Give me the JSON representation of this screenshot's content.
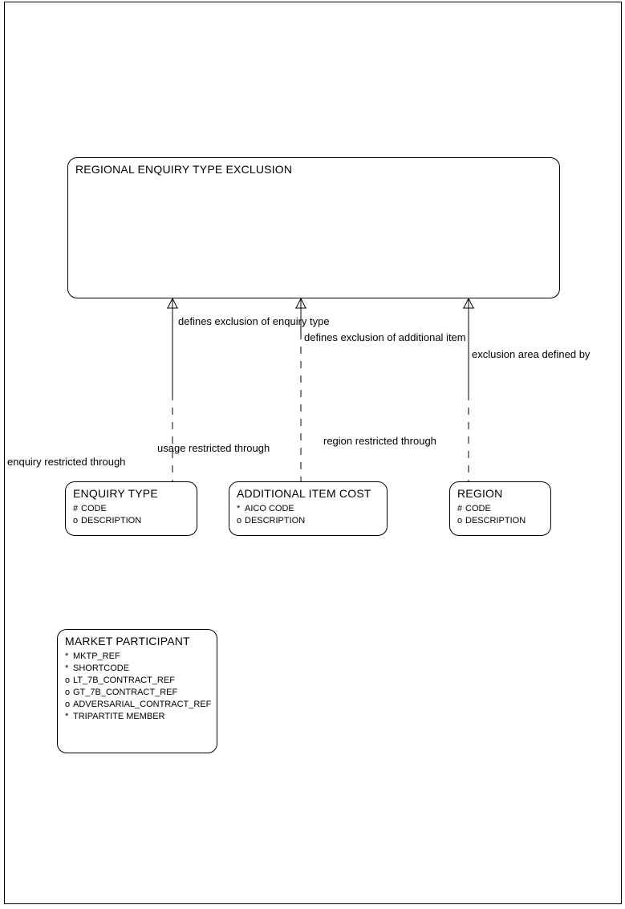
{
  "diagram": {
    "type": "entity-relationship-diagram",
    "title": "REGIONAL ENQUIRY TYPE EXCLUSION",
    "line_color": "#000000",
    "background_color": "#ffffff"
  },
  "entities": [
    {
      "id": "regional-enquiry-type-exclusion",
      "name": "REGIONAL ENQUIRY TYPE EXCLUSION",
      "attributes": []
    },
    {
      "id": "enquiry-type",
      "name": "ENQUIRY TYPE",
      "attributes": [
        {
          "mark": "#",
          "name": "CODE"
        },
        {
          "mark": "o",
          "name": "DESCRIPTION"
        }
      ]
    },
    {
      "id": "additional-item-cost",
      "name": "ADDITIONAL ITEM COST",
      "attributes": [
        {
          "mark": "*",
          "name": "AICO CODE"
        },
        {
          "mark": "o",
          "name": "DESCRIPTION"
        }
      ]
    },
    {
      "id": "region",
      "name": "REGION",
      "attributes": [
        {
          "mark": "#",
          "name": "CODE"
        },
        {
          "mark": "o",
          "name": "DESCRIPTION"
        }
      ]
    },
    {
      "id": "market-participant",
      "name": "MARKET PARTICIPANT",
      "attributes": [
        {
          "mark": "*",
          "name": "MKTP_REF"
        },
        {
          "mark": "*",
          "name": "SHORTCODE"
        },
        {
          "mark": "o",
          "name": "LT_7B_CONTRACT_REF"
        },
        {
          "mark": "o",
          "name": "GT_7B_CONTRACT_REF"
        },
        {
          "mark": "o",
          "name": "ADVERSARIAL_CONTRACT_REF"
        },
        {
          "mark": "*",
          "name": "TRIPARTITE MEMBER"
        }
      ]
    }
  ],
  "relationships": [
    {
      "id": "rel-enquiry-type",
      "from_label": "defines exclusion of enquiry type",
      "to_label": "enquiry restricted through",
      "mid_label": "usage restricted through"
    },
    {
      "id": "rel-additional-item",
      "from_label": "defines exclusion of additional item",
      "to_label": "region restricted through"
    },
    {
      "id": "rel-region",
      "from_label": "exclusion area defined by"
    }
  ],
  "labels": {
    "defines_exclusion_of_enquiry_type": "defines exclusion of enquiry type",
    "defines_exclusion_of_additional_item": "defines exclusion of additional item",
    "exclusion_area_defined_by": "exclusion area defined by",
    "enquiry_restricted_through": "enquiry restricted through",
    "usage_restricted_through": "usage restricted through",
    "region_restricted_through": "region restricted through"
  }
}
